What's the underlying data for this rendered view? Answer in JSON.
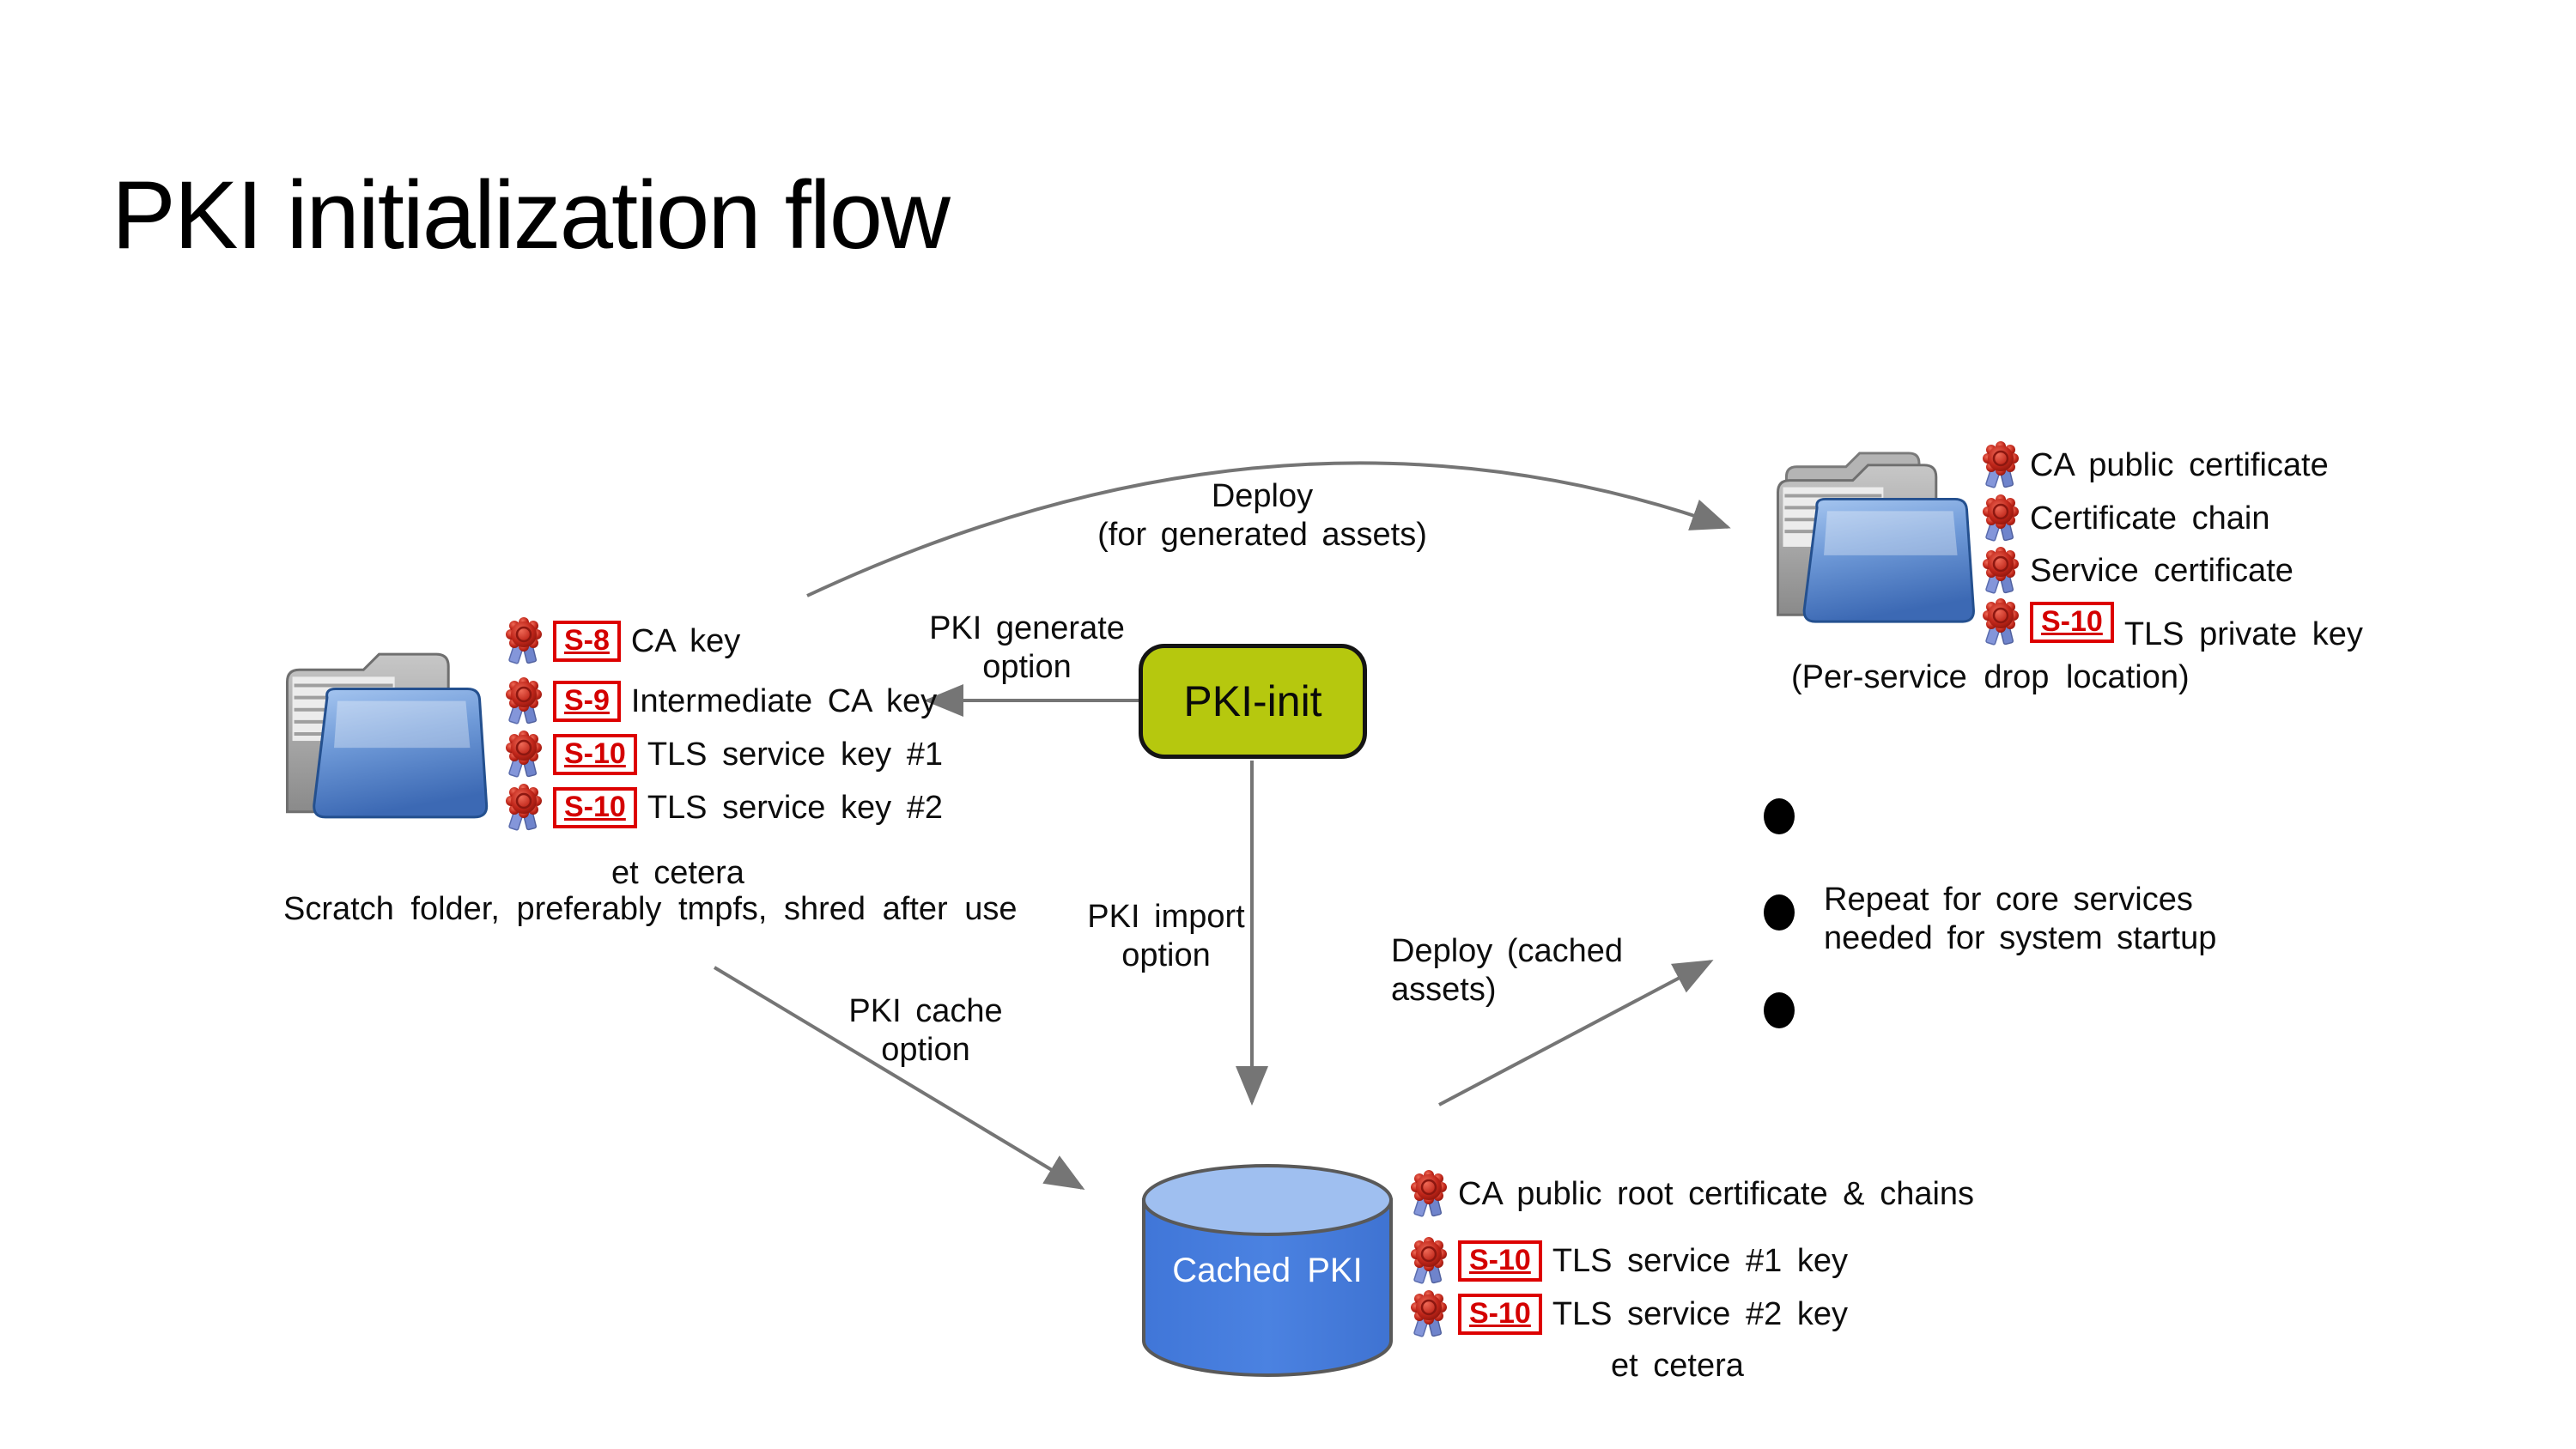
{
  "title": "PKI initialization flow",
  "colors": {
    "accent_green": "#b6c80e",
    "cylinder_blue": "#4b82e1",
    "cylinder_top_blue": "#9fbff0",
    "badge_red": "#d40000",
    "arrow_gray": "#757575",
    "folder_blue": "#4a7cc4",
    "seal_red": "#c0261a"
  },
  "pki_init_box": {
    "label": "PKI-init"
  },
  "scratch": {
    "items": [
      {
        "badge": "S-8",
        "label": "CA key"
      },
      {
        "badge": "S-9",
        "label": "Intermediate CA key"
      },
      {
        "badge": "S-10",
        "label": "TLS service key #1"
      },
      {
        "badge": "S-10",
        "label": "TLS service key #2"
      }
    ],
    "etc": "et cetera",
    "caption": "Scratch folder, preferably tmpfs, shred after use"
  },
  "drop": {
    "items": [
      {
        "label": "CA public certificate"
      },
      {
        "label": "Certificate chain"
      },
      {
        "label": "Service certificate"
      },
      {
        "badge": "S-10",
        "label": "TLS private key"
      }
    ],
    "caption": "(Per-service drop location)"
  },
  "cache": {
    "db_label": "Cached PKI",
    "items": [
      {
        "label": "CA public root certificate & chains"
      },
      {
        "badge": "S-10",
        "label": "TLS service #1 key"
      },
      {
        "badge": "S-10",
        "label": "TLS service #2 key"
      }
    ],
    "etc": "et cetera"
  },
  "edges": {
    "deploy_generated_1": "Deploy",
    "deploy_generated_2": "(for generated assets)",
    "pki_generate_1": "PKI generate",
    "pki_generate_2": "option",
    "pki_import_1": "PKI import",
    "pki_import_2": "option",
    "pki_cache_1": "PKI cache",
    "pki_cache_2": "option",
    "deploy_cached_1": "Deploy (cached",
    "deploy_cached_2": "assets)"
  },
  "repeat_note_1": "Repeat for core services",
  "repeat_note_2": "needed for system startup"
}
